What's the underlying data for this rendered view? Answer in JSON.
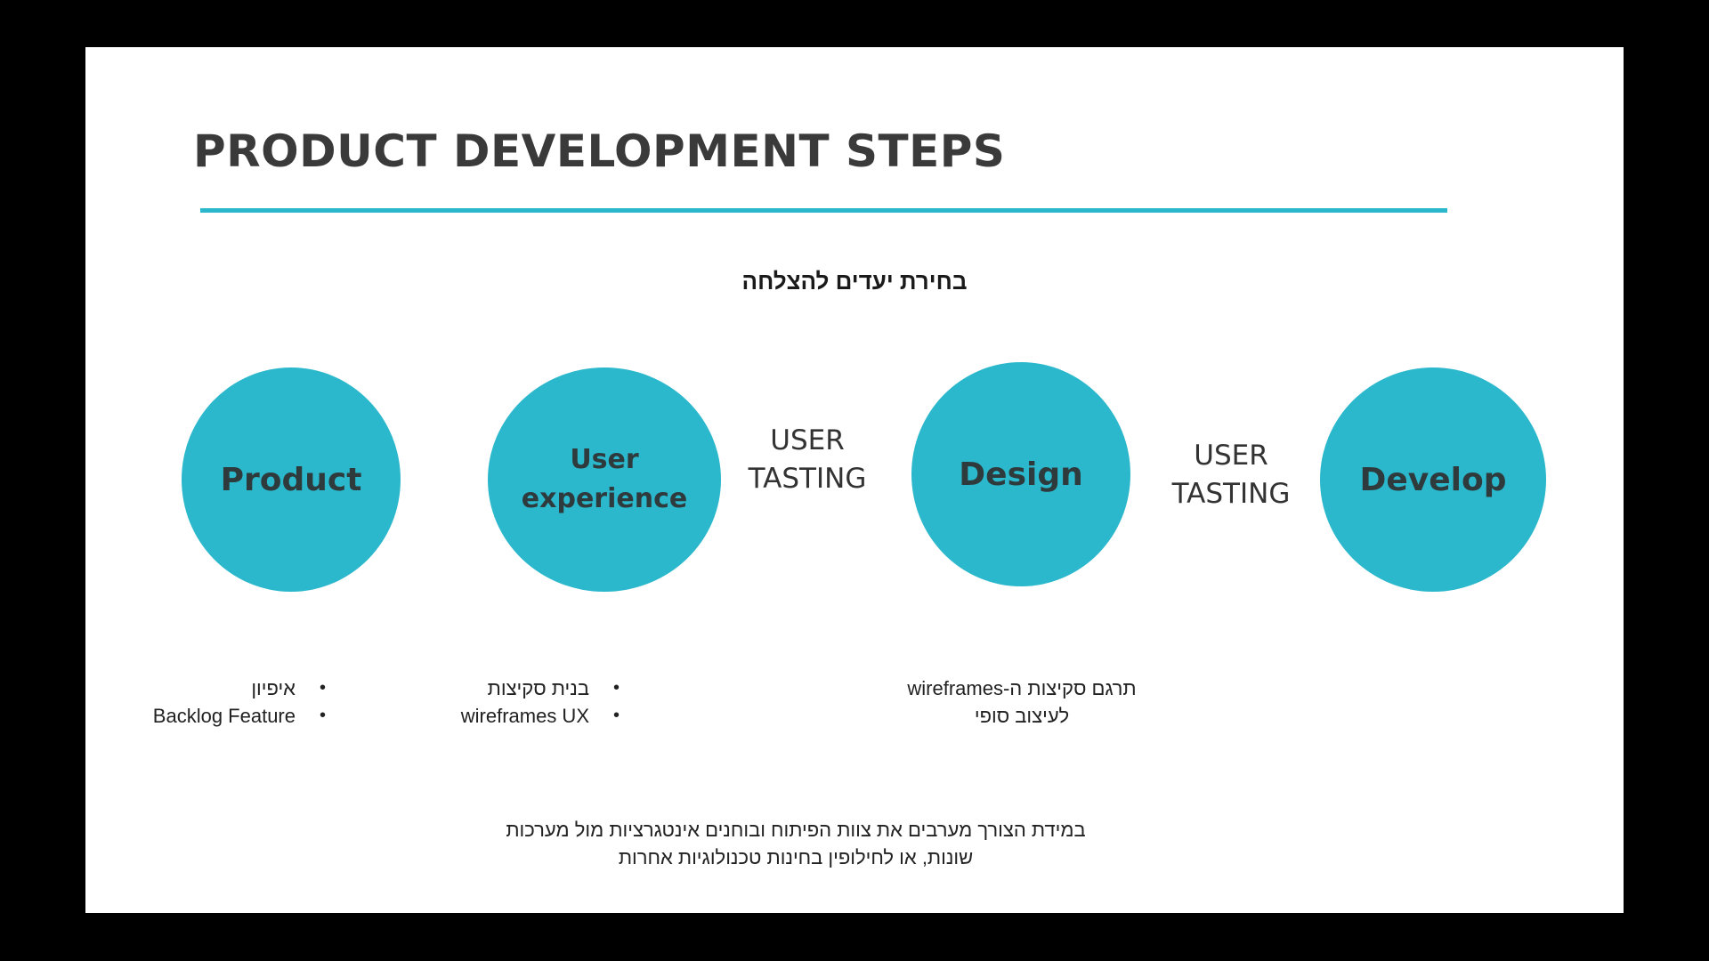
{
  "slide": {
    "title": "PRODUCT DEVELOPMENT STEPS",
    "subtitle": "בחירת יעדים להצלחה",
    "accent_color": "#2bb8cc"
  },
  "steps": [
    {
      "label": "Product"
    },
    {
      "label": "User experience"
    },
    {
      "label": "Design"
    },
    {
      "label": "Develop"
    }
  ],
  "connectors": [
    {
      "label": "USER\nTASTING"
    },
    {
      "label": "USER\nTASTING"
    }
  ],
  "notes": {
    "product": [
      "איפיון",
      "Backlog Feature"
    ],
    "ux": [
      "בנית סקיצות",
      "wireframes UX"
    ],
    "design_line1": "תרגם סקיצות ה-wireframes",
    "design_line2": "לעיצוב סופי",
    "footer_line1": "במידת הצורך מערבים את צוות הפיתוח ובוחנים אינטגרציות מול מערכות",
    "footer_line2": "שונות, או לחילופין בחינות טכנולוגיות אחרות"
  }
}
